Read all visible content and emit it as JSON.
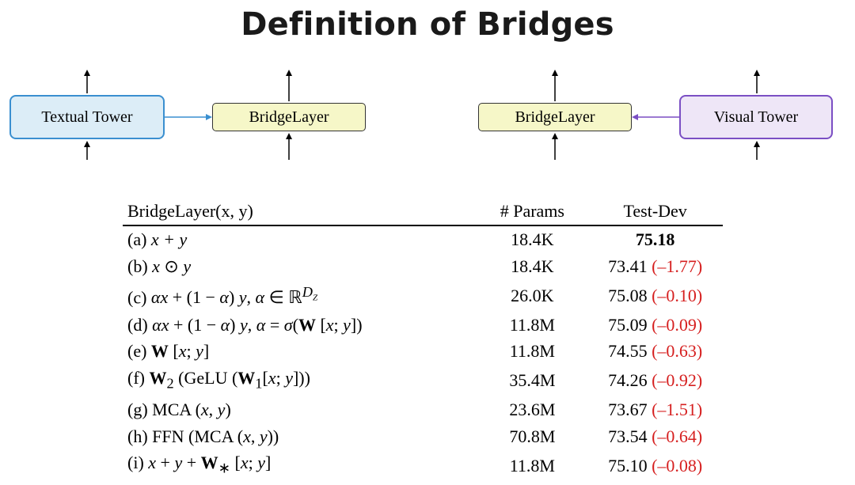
{
  "title": "Definition of Bridges",
  "diagram": {
    "textual_tower": "Textual Tower",
    "bridge_left": "BridgeLayer",
    "bridge_right": "BridgeLayer",
    "visual_tower": "Visual Tower",
    "colors": {
      "textual": "#3a8fd0",
      "visual": "#7b4fc4",
      "bridge": "#f6f7c8"
    }
  },
  "table": {
    "headers": [
      "BridgeLayer(x, y)",
      "# Params",
      "Test-Dev"
    ],
    "rows": [
      {
        "label": "(a)",
        "params": "18.4K",
        "score": "75.18",
        "delta": ""
      },
      {
        "label": "(b)",
        "params": "18.4K",
        "score": "73.41",
        "delta": "(–1.77)"
      },
      {
        "label": "(c)",
        "params": "26.0K",
        "score": "75.08",
        "delta": "(–0.10)"
      },
      {
        "label": "(d)",
        "params": "11.8M",
        "score": "75.09",
        "delta": "(–0.09)"
      },
      {
        "label": "(e)",
        "params": "11.8M",
        "score": "74.55",
        "delta": "(–0.63)"
      },
      {
        "label": "(f)",
        "params": "35.4M",
        "score": "74.26",
        "delta": "(–0.92)"
      },
      {
        "label": "(g)",
        "params": "23.6M",
        "score": "73.67",
        "delta": "(–1.51)"
      },
      {
        "label": "(h)",
        "params": "70.8M",
        "score": "73.54",
        "delta": "(–0.64)"
      },
      {
        "label": "(i)",
        "params": "11.8M",
        "score": "75.10",
        "delta": "(–0.08)"
      }
    ]
  }
}
